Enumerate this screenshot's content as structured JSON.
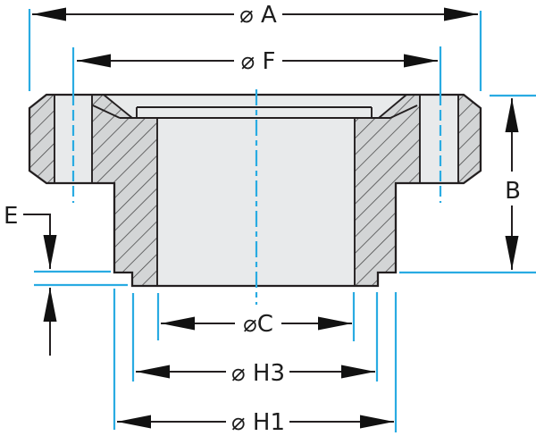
{
  "drawing": {
    "kind": "flange-cross-section",
    "dimension_labels": {
      "a": "⌀ A",
      "f": "⌀ F",
      "b": "B",
      "e": "E",
      "c": "⌀C",
      "h3": "⌀ H3",
      "h1": "⌀ H1"
    },
    "colors": {
      "dimension_extension_cyan": "#29abe2",
      "outline_dark": "#231f20",
      "fill_unhatched": "#e8eaeb",
      "fill_hatched": "#d3d5d6",
      "hatch_line": "#4b4b4b"
    }
  }
}
